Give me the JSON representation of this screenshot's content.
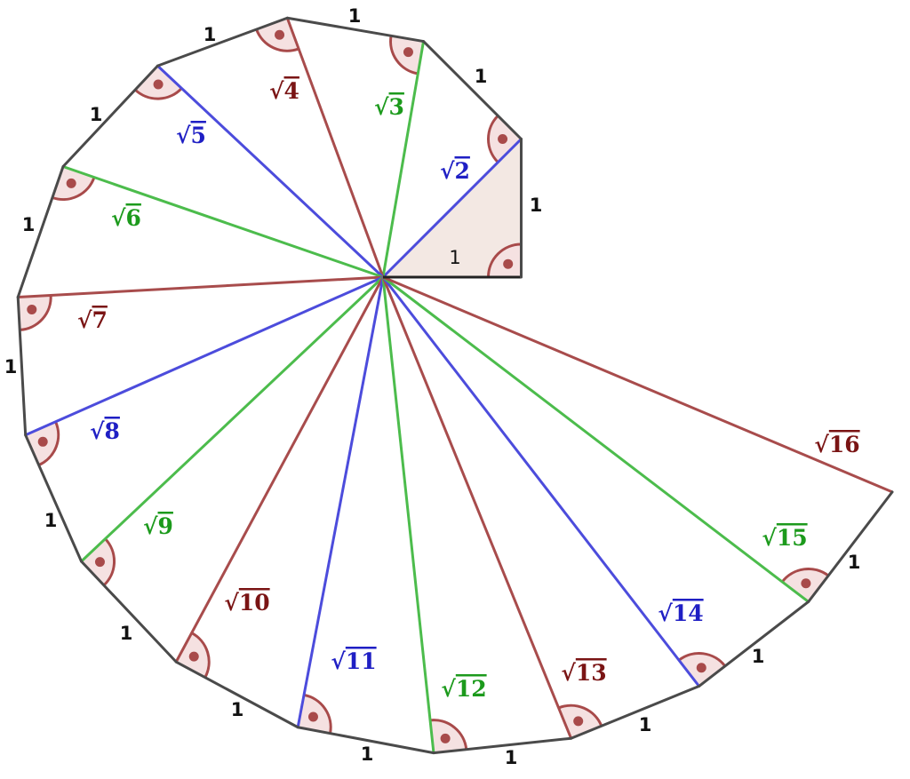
{
  "title": "Spiral of Theodorus",
  "unit_length_label": "1",
  "edge_labels": [
    "1",
    "1",
    "1",
    "1",
    "1",
    "1",
    "1",
    "1",
    "1",
    "1",
    "1",
    "1",
    "1",
    "1",
    "1",
    "1"
  ],
  "radicand_labels": [
    "2",
    "3",
    "4",
    "5",
    "6",
    "7",
    "8",
    "9",
    "10",
    "11",
    "12",
    "13",
    "14",
    "15",
    "16"
  ],
  "radical_symbol": "√",
  "triangle_count": 15,
  "colors": {
    "edge": "#4a4a4a",
    "first_triangle_fill": "#f3e8e3",
    "right_angle_fill": "#f5e1e1",
    "right_angle_stroke": "#a84a4a",
    "line_blue": "#4c4cdc",
    "line_green": "#4cbc4c",
    "line_red": "#a84c4c",
    "label_blue": "#1f1fc4",
    "label_green": "#1c9a1c",
    "label_red": "#7a1414"
  }
}
